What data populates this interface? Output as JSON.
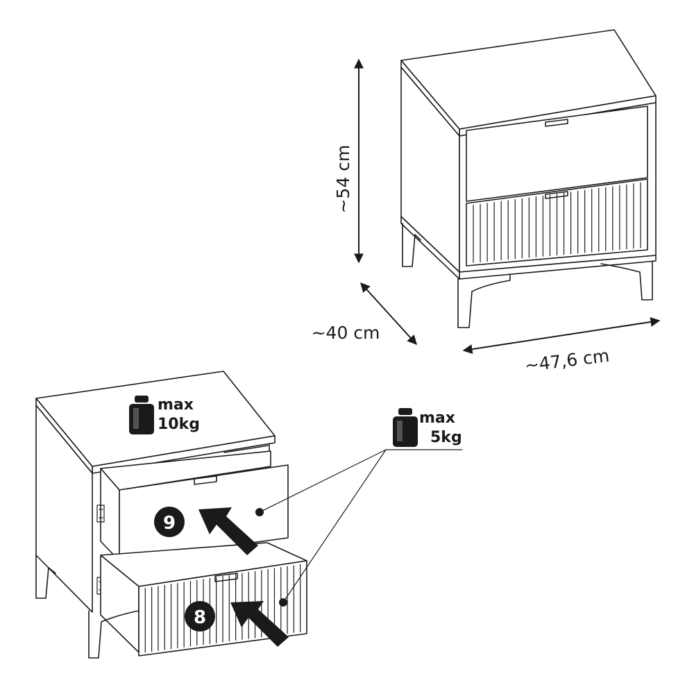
{
  "dimensions": {
    "height": "~54 cm",
    "depth": "~40 cm",
    "width": "~47,6 cm"
  },
  "load_limits": {
    "top": {
      "line1": "max",
      "line2": "10kg"
    },
    "drawer": {
      "line1": "max",
      "line2": "5kg"
    }
  },
  "steps": {
    "upper_drawer": "9",
    "lower_drawer": "8"
  },
  "icons": [
    "weight-icon",
    "arrow-icon"
  ],
  "colors": {
    "line": "#1a1a1a",
    "background": "#ffffff",
    "marker": "#1a1a1a"
  }
}
